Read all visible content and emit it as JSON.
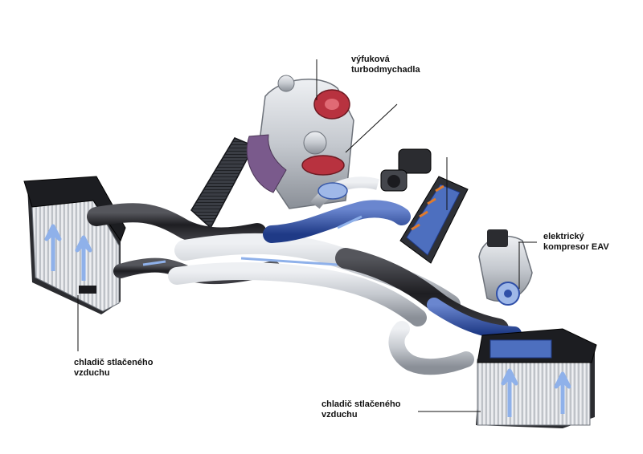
{
  "labels": {
    "turbochargers": "výfuková\nturbodmychadla",
    "electric_compressor": "elektrický\nkompresor EAV",
    "intercooler_left": "chladič stlačeného\nvzduchu",
    "intercooler_right": "chladič stlačeného\nvzduchu"
  },
  "colors": {
    "metal": "#c9ccd2",
    "metal_dark": "#7c8089",
    "hose": "#2a2a2e",
    "charge_air_blue": "#2f4fa8",
    "air_arrow": "#8fb1ea",
    "turbine_red": "#b8323f",
    "wastegate_purple": "#7a5a8c",
    "ignition_orange": "#e07a2a"
  }
}
